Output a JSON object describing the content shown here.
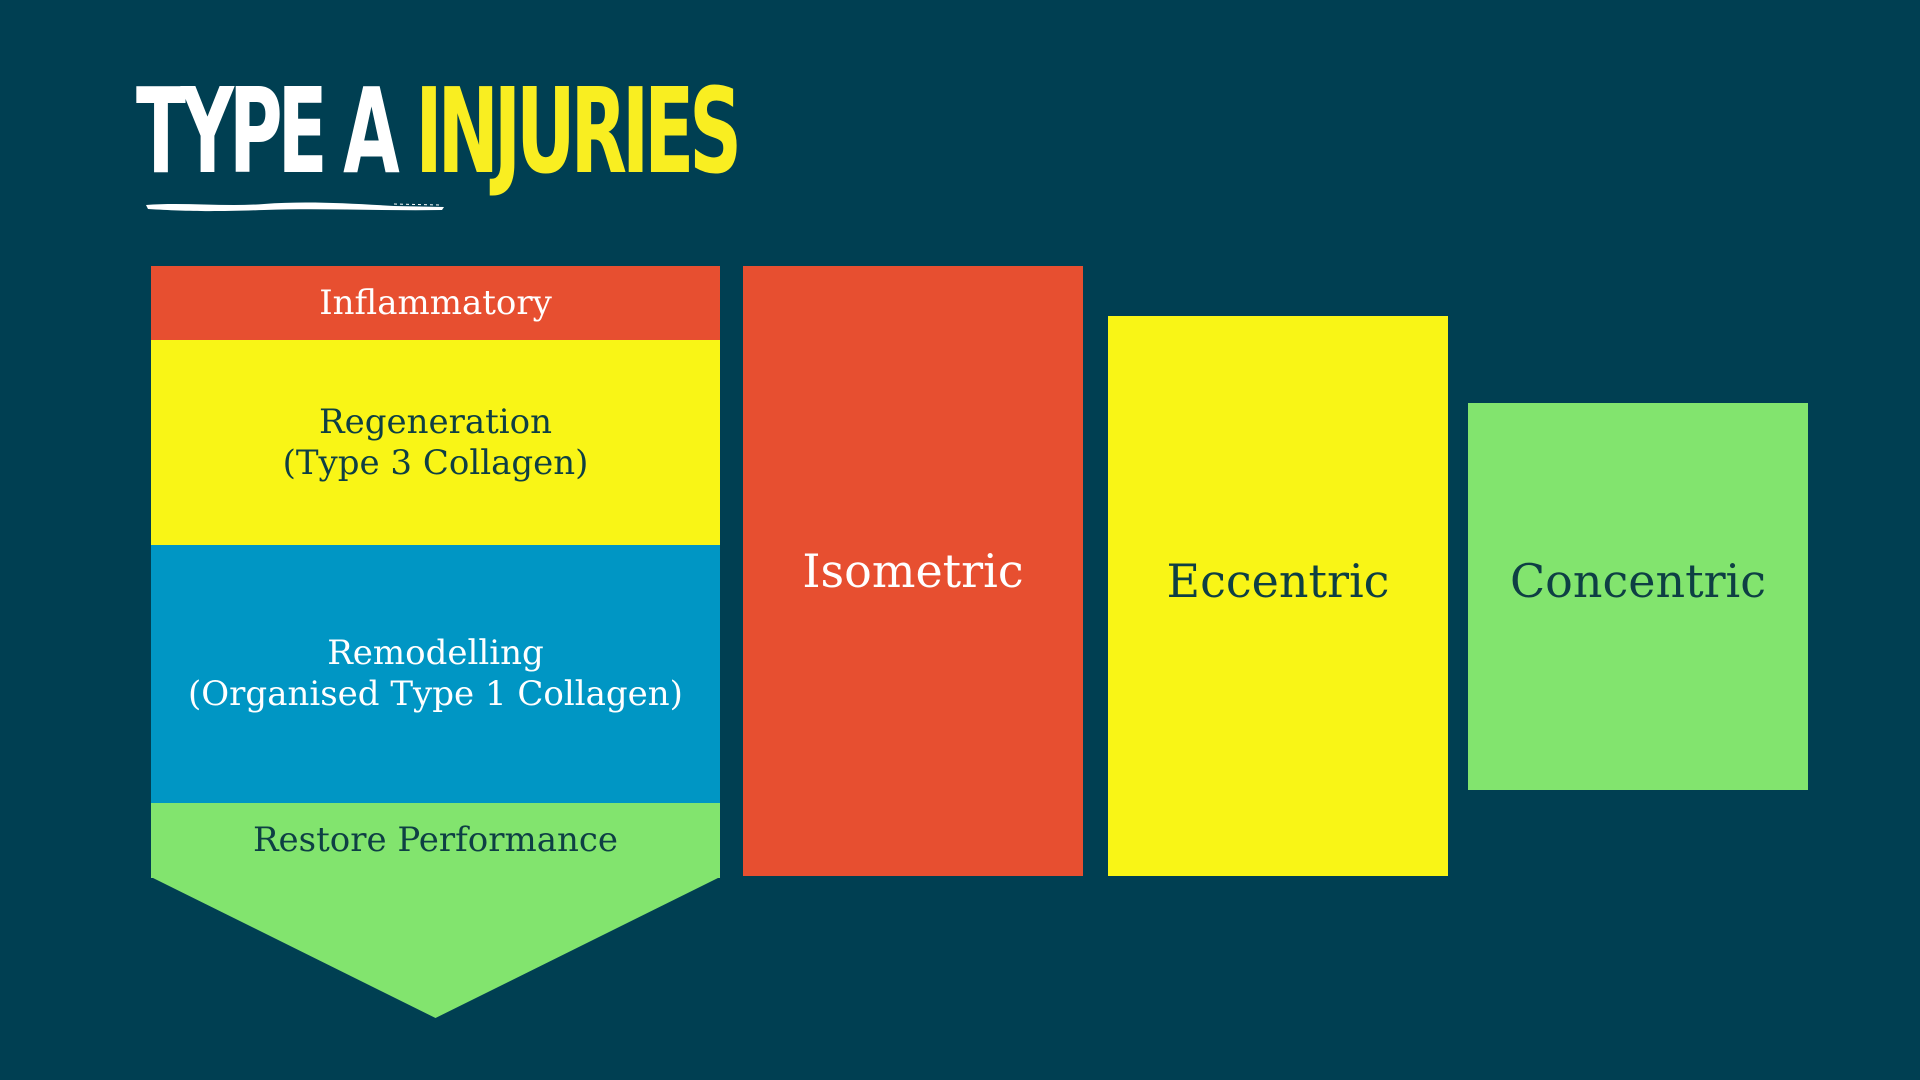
{
  "title": {
    "part1": "TYPE A",
    "part2": "INJURIES"
  },
  "stages": {
    "inflammatory": {
      "line1": "Inflammatory"
    },
    "regeneration": {
      "line1": "Regeneration",
      "line2": "(Type 3 Collagen)"
    },
    "remodelling": {
      "line1": "Remodelling",
      "line2": "(Organised Type 1 Collagen)"
    },
    "restore": {
      "line1": "Restore Performance"
    }
  },
  "columns": {
    "isometric": "Isometric",
    "eccentric": "Eccentric",
    "concentric": "Concentric"
  },
  "colors": {
    "background": "#003f52",
    "red": "#e74f30",
    "yellow": "#f9f516",
    "blue": "#0096c4",
    "green": "#82e46e",
    "dark_text": "#0e3f44",
    "title_yellow": "#f9ee21"
  }
}
